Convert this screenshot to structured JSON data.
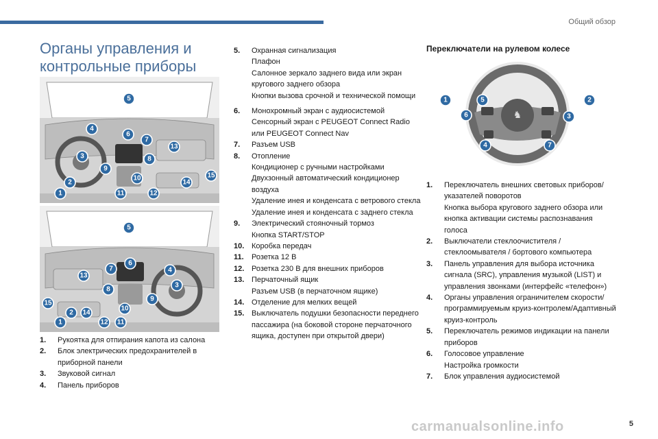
{
  "header": {
    "section": "Общий обзор"
  },
  "title": "Органы управления и контрольные приборы",
  "steering_title": "Переключатели на рулевом колесе",
  "page_number": "5",
  "watermark": "carmanualsonline.info",
  "figure_top_callouts": [
    "5",
    "4",
    "6",
    "7",
    "13",
    "3",
    "9",
    "8",
    "10",
    "2",
    "14",
    "15",
    "1",
    "11",
    "12"
  ],
  "figure_bottom_callouts": [
    "5",
    "6",
    "7",
    "4",
    "13",
    "3",
    "8",
    "9",
    "15",
    "10",
    "2",
    "14",
    "1",
    "12",
    "11"
  ],
  "steering_callouts": [
    "1",
    "5",
    "2",
    "6",
    "3",
    "4",
    "7"
  ],
  "list_a": [
    {
      "num": "1.",
      "lines": [
        "Рукоятка для отпирания капота из салона"
      ]
    },
    {
      "num": "2.",
      "lines": [
        "Блок электрических предохранителей в",
        "приборной панели"
      ]
    },
    {
      "num": "3.",
      "lines": [
        "Звуковой сигнал"
      ]
    },
    {
      "num": "4.",
      "lines": [
        "Панель приборов"
      ]
    }
  ],
  "list_b": [
    {
      "num": "5.",
      "lines": [
        "Охранная сигнализация",
        "Плафон",
        "Салонное зеркало заднего вида или экран",
        "кругового заднего обзора",
        "Кнопки вызова срочной и технической помощи"
      ]
    },
    {
      "num": "6.",
      "lines": [
        "Монохромный экран с аудиосистемой",
        "Сенсорный экран с PEUGEOT Connect Radio",
        "или PEUGEOT Connect Nav"
      ]
    },
    {
      "num": "7.",
      "lines": [
        "Разъем USB"
      ]
    },
    {
      "num": "8.",
      "lines": [
        "Отопление",
        "Кондиционер с ручными настройками",
        "Двухзонный автоматический кондиционер",
        "воздуха",
        "Удаление инея и конденсата с ветрового стекла",
        "Удаление инея и конденсата с заднего стекла"
      ]
    },
    {
      "num": "9.",
      "lines": [
        "Электрический стояночный тормоз",
        "Кнопка START/STOP"
      ]
    },
    {
      "num": "10.",
      "lines": [
        "Коробка передач"
      ]
    },
    {
      "num": "11.",
      "lines": [
        "Розетка 12 В"
      ]
    },
    {
      "num": "12.",
      "lines": [
        "Розетка 230 В для внешних приборов"
      ]
    },
    {
      "num": "13.",
      "lines": [
        "Перчаточный ящик",
        "Разъем USB (в перчаточном ящике)"
      ]
    },
    {
      "num": "14.",
      "lines": [
        "Отделение для мелких вещей"
      ]
    },
    {
      "num": "15.",
      "lines": [
        "Выключатель подушки безопасности переднего",
        "пассажира (на боковой стороне перчаточного",
        "ящика, доступен при открытой двери)"
      ]
    }
  ],
  "list_c": [
    {
      "num": "1.",
      "lines": [
        "Переключатель внешних световых приборов/",
        "указателей поворотов",
        "Кнопка выбора кругового заднего обзора или",
        "кнопка активации системы распознавания",
        "голоса"
      ]
    },
    {
      "num": "2.",
      "lines": [
        "Выключатели стеклоочистителя /",
        "стеклоомывателя / бортового компьютера"
      ]
    },
    {
      "num": "3.",
      "lines": [
        "Панель управления для выбора источника",
        "сигнала (SRC), управления музыкой (LIST) и",
        "управления звонками (интерфейс «телефон»)"
      ]
    },
    {
      "num": "4.",
      "lines": [
        "Органы управления ограничителем скорости/",
        "программируемым круиз-контролем/Адаптивный",
        "круиз-контроль"
      ]
    },
    {
      "num": "5.",
      "lines": [
        "Переключатель режимов индикации на панели",
        "приборов"
      ]
    },
    {
      "num": "6.",
      "lines": [
        "Голосовое управление",
        "Настройка громкости"
      ]
    },
    {
      "num": "7.",
      "lines": [
        "Блок управления аудиосистемой"
      ]
    }
  ]
}
